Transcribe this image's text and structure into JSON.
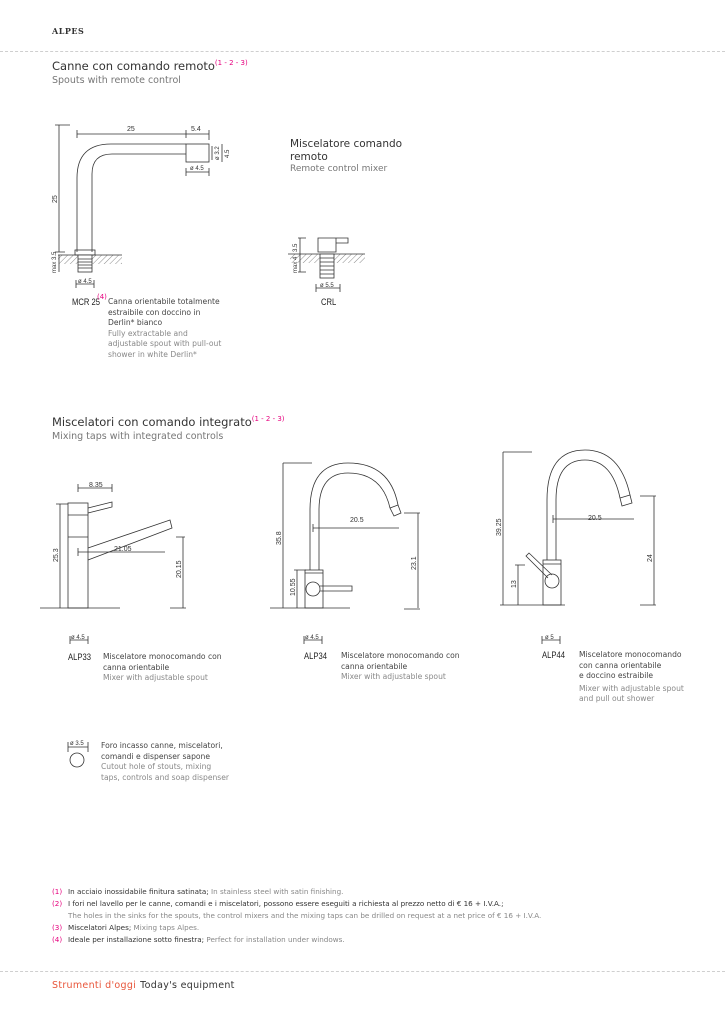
{
  "header": {
    "brand": "ALPES"
  },
  "section1": {
    "title": "Canne con comando remoto",
    "title_refs": "(1 - 2 - 3)",
    "subtitle": "Spouts with remote control",
    "mcr": {
      "code": "MCR 25",
      "ref": "(4)",
      "desc_it": [
        "Canna orientabile totalmente",
        "estraibile con doccino in",
        "Derlin* bianco"
      ],
      "desc_en": [
        "Fully extractable and",
        "adjustable spout with pull-out",
        "shower in white Derlin*"
      ],
      "dims": {
        "reach": "25",
        "head": "5.4",
        "head_dia": "ø 3.2",
        "head_h": "4.5",
        "head_base": "ø 4.5",
        "height": "25",
        "max": "max 3.5",
        "base_dia": "ø 4.5"
      }
    },
    "crl": {
      "title": [
        "Miscelatore  comando",
        "remoto"
      ],
      "subtitle": "Remote control mixer",
      "code": "CRL",
      "dims": {
        "height": "3.5",
        "max": "max 4",
        "base_dia": "ø 5.5"
      }
    }
  },
  "section2": {
    "title": "Miscelatori con comando integrato",
    "title_refs": "(1 - 2 - 3)",
    "subtitle": "Mixing taps with integrated controls",
    "products": [
      {
        "code": "ALP33",
        "desc_it": [
          "Miscelatore monocomando con",
          "canna orientabile"
        ],
        "desc_en": [
          "Mixer with adjustable spout"
        ],
        "dims": {
          "lever": "8.35",
          "height": "25.3",
          "reach": "21.05",
          "spout_h": "20.15",
          "base_dia": "ø 4.5"
        }
      },
      {
        "code": "ALP34",
        "desc_it": [
          "Miscelatore monocomando con",
          "canna orientabile"
        ],
        "desc_en": [
          "Mixer with adjustable spout"
        ],
        "dims": {
          "height": "35.8",
          "reach": "20.5",
          "spout_h": "23.1",
          "lever_h": "10.55",
          "base_dia": "ø 4.5"
        }
      },
      {
        "code": "ALP44",
        "desc_it": [
          "Miscelatore monocomando",
          "con canna orientabile",
          "e doccino estraibile"
        ],
        "desc_en": [
          "Mixer with adjustable spout",
          "and pull out shower"
        ],
        "dims": {
          "height": "39.25",
          "reach": "20.5",
          "spout_h": "24",
          "lever_h": "13",
          "base_dia": "ø 5"
        }
      }
    ]
  },
  "cutout": {
    "dia": "ø 3.5",
    "desc_it": [
      "Foro incasso canne, miscelatori,",
      "comandi  e dispenser sapone"
    ],
    "desc_en": [
      "Cutout hole of stouts, mixing",
      "taps, controls and soap dispenser"
    ]
  },
  "footnotes": [
    {
      "num": "(1)",
      "it": "In acciaio inossidabile finitura satinata;",
      "en": "In stainless steel with satin finishing."
    },
    {
      "num": "(2)",
      "it": "I fori nel lavello per le canne, comandi e i miscelatori,  possono essere eseguiti a richiesta al prezzo netto di € 16 + I.V.A.;",
      "en": "The holes in the sinks for the spouts, the control mixers and the mixing taps can be drilled on request at a net price of € 16 + I.V.A."
    },
    {
      "num": "(3)",
      "it": "Miscelatori Alpes;",
      "en": "Mixing taps Alpes."
    },
    {
      "num": "(4)",
      "it": "Ideale per installazione sotto finestra;",
      "en": "Perfect for installation under windows."
    }
  ],
  "footer": {
    "it": "Strumenti d'oggi",
    "en": "Today's equipment"
  },
  "colors": {
    "accent": "#e6007e",
    "footer_accent": "#e8553a"
  }
}
